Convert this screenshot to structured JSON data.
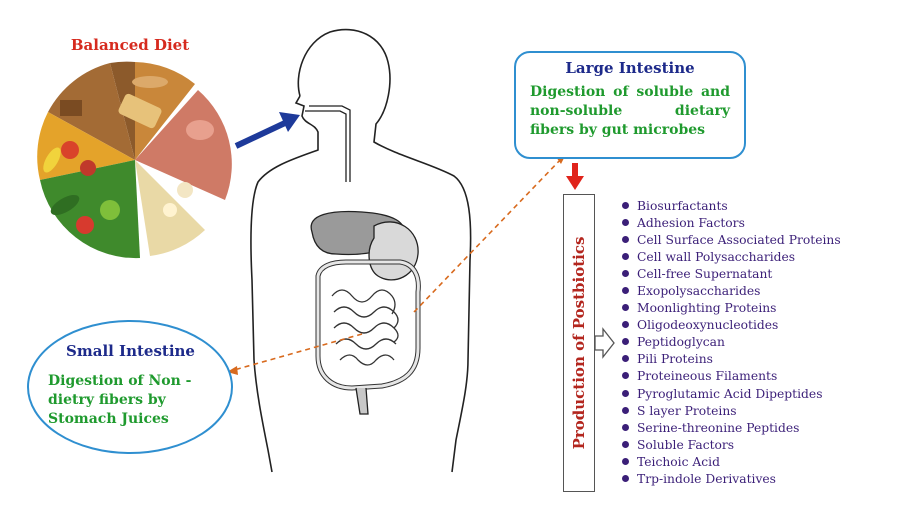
{
  "balanced_diet": {
    "title": "Balanced Diet"
  },
  "large_intestine": {
    "title": "Large Intestine",
    "description": "Digestion of soluble and non-soluble dietary fibers by gut microbes"
  },
  "small_intestine": {
    "title": "Small Intestine",
    "description": "Digestion of Non - dietry fibers by Stomach Juices"
  },
  "postbiotics": {
    "label": "Production of Postbiotics",
    "items": [
      "Biosurfactants",
      "Adhesion Factors",
      "Cell Surface Associated Proteins",
      "Cell wall Polysaccharides",
      "Cell-free Supernatant",
      "Exopolysaccharides",
      "Moonlighting Proteins",
      "Oligodeoxynucleotides",
      "Peptidoglycan",
      "Pili Proteins",
      "Proteineous Filaments",
      "Pyroglutamic Acid Dipeptides",
      "S layer Proteins",
      "Serine-threonine Peptides",
      "Soluble Factors",
      "Teichoic Acid",
      "Trp-indole Derivatives"
    ]
  },
  "colors": {
    "title_red": "#d62a1e",
    "title_blue": "#1d2a8a",
    "text_green": "#1f9a2e",
    "list_purple": "#3b1f78",
    "box_border": "#2f8fd0",
    "arrow_navy": "#1e3a9a",
    "arrow_red": "#e0231b",
    "dashed_orange": "#d86a1e"
  }
}
